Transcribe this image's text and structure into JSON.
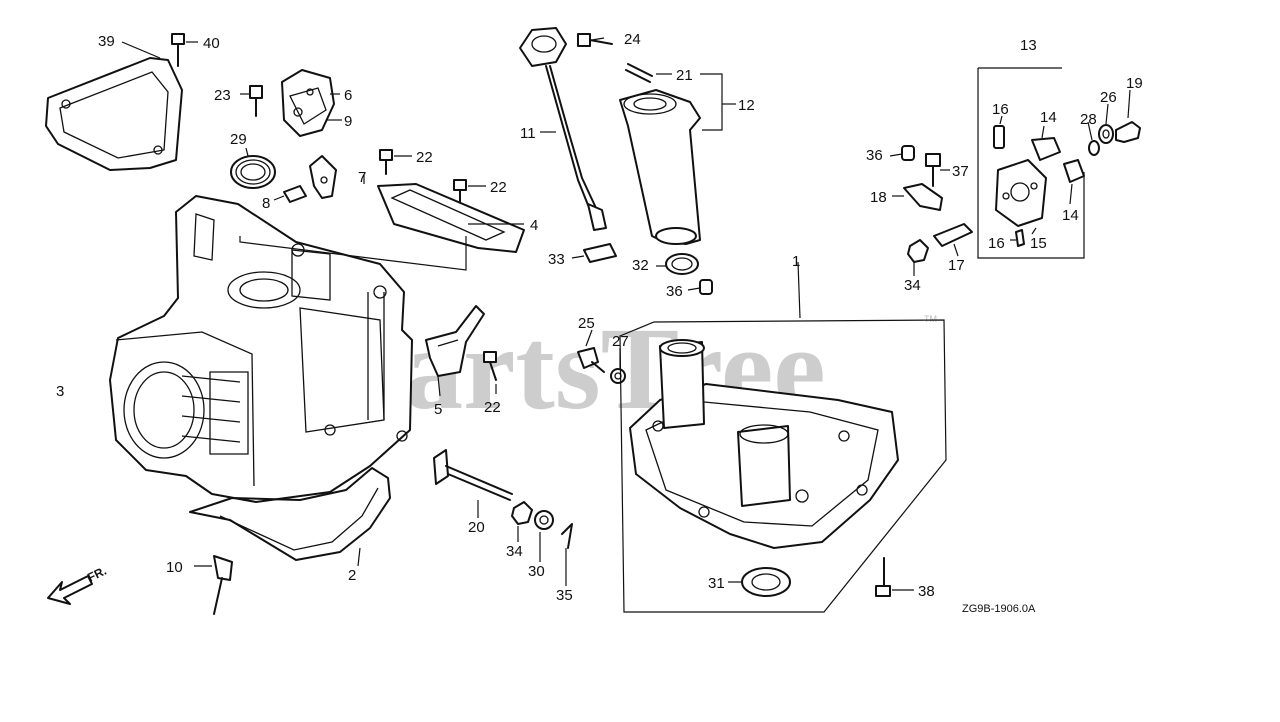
{
  "watermark": "PartsTree",
  "watermark_tm": "TM",
  "diagram_code": "ZG9B-1906.0A",
  "direction_label": "FR.",
  "callouts": {
    "c1": "1",
    "c2": "2",
    "c3": "3",
    "c4": "4",
    "c5": "5",
    "c6": "6",
    "c7": "7",
    "c8": "8",
    "c9": "9",
    "c10": "10",
    "c11": "11",
    "c12": "12",
    "c13": "13",
    "c14a": "14",
    "c14b": "14",
    "c15": "15",
    "c16a": "16",
    "c16b": "16",
    "c17": "17",
    "c18": "18",
    "c19": "19",
    "c20": "20",
    "c21": "21",
    "c22a": "22",
    "c22b": "22",
    "c22c": "22",
    "c23": "23",
    "c24": "24",
    "c25": "25",
    "c26": "26",
    "c27": "27",
    "c28": "28",
    "c29": "29",
    "c30": "30",
    "c31": "31",
    "c32": "32",
    "c33": "33",
    "c34a": "34",
    "c34b": "34",
    "c35": "35",
    "c36a": "36",
    "c36b": "36",
    "c37": "37",
    "c38": "38",
    "c39": "39",
    "c40": "40"
  }
}
